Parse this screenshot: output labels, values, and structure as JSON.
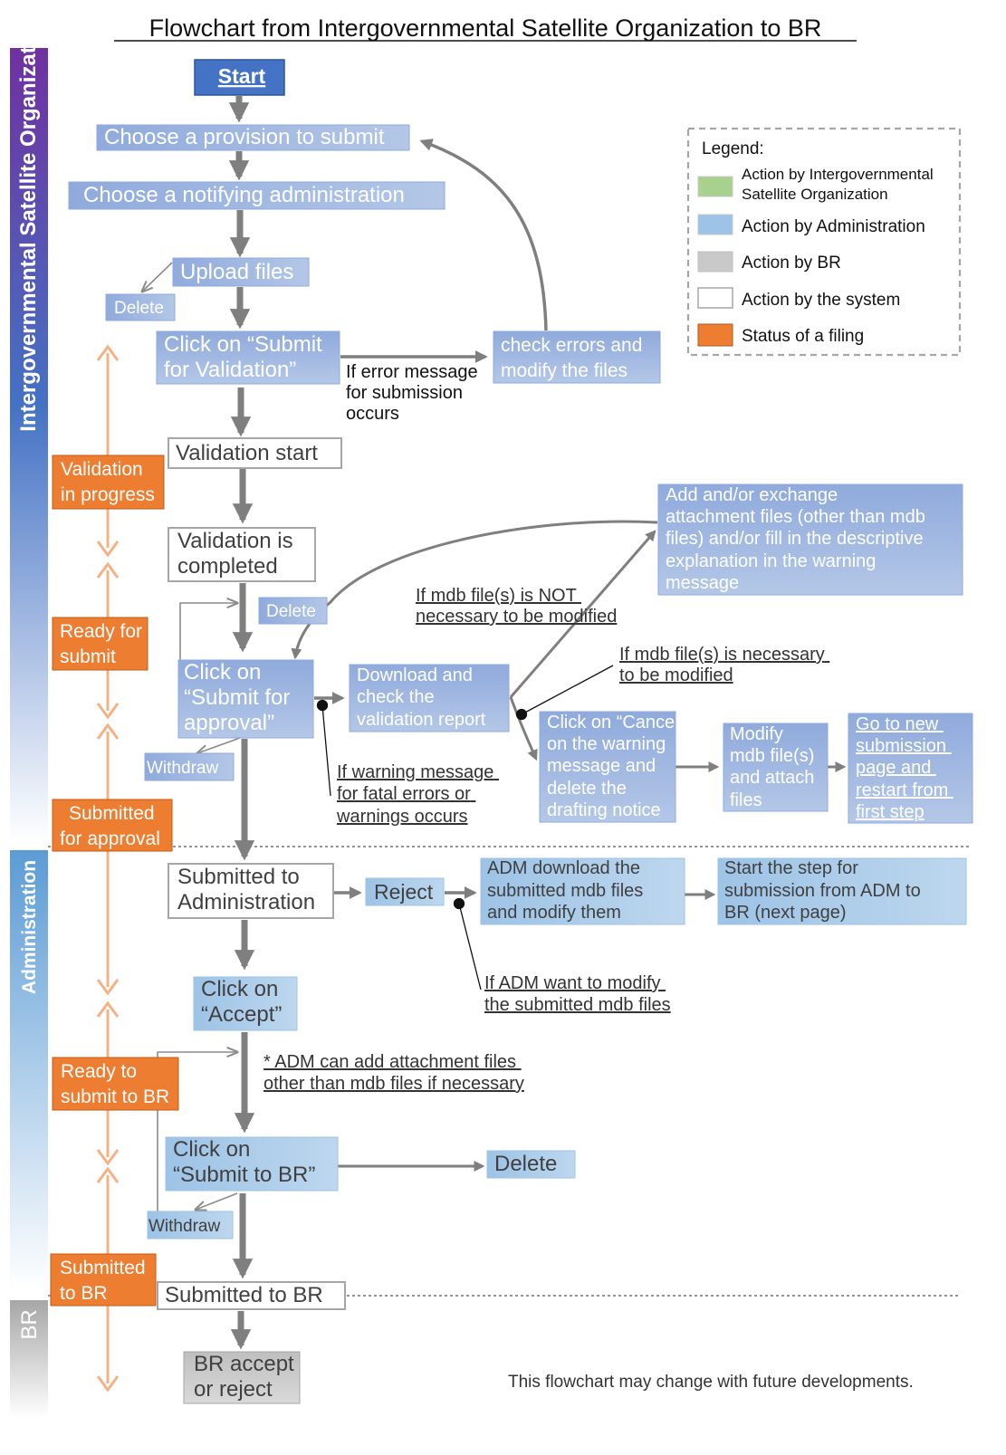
{
  "title": "Flowchart from Intergovernmental Satellite Organization to BR",
  "lanes": {
    "igo": "Intergovernmental Satellite Organization",
    "adm": "Administration",
    "br": "BR"
  },
  "legend": {
    "heading": "Legend:",
    "items": [
      {
        "label": "Action by Intergovernmental Satellite Organization",
        "lines": [
          "Action by Intergovernmental",
          "Satellite Organization"
        ],
        "color": "#a9d18e"
      },
      {
        "label": "Action by Administration",
        "lines": [
          "Action by Administration"
        ],
        "color": "#9dc3e6"
      },
      {
        "label": "Action by BR",
        "lines": [
          "Action by BR"
        ],
        "color": "#c9c9c9"
      },
      {
        "label": "Action by the system",
        "lines": [
          "Action by the system"
        ],
        "color": "#ffffff"
      },
      {
        "label": "Status of a filing",
        "lines": [
          "Status of a filing"
        ],
        "color": "#ed7d31"
      }
    ]
  },
  "colors": {
    "start": "#4472c4",
    "action_blue_top": "#8faadc",
    "action_blue_bottom": "#b4c7e7",
    "system_border": "#a6a6a6",
    "br_box": "#c8c8c8",
    "status": "#ed7d31",
    "arrow": "#7f7f7f",
    "status_arrow": "#f4b183"
  },
  "nodes": {
    "start": {
      "lines": [
        "Start"
      ]
    },
    "choose_provision": {
      "lines": [
        "Choose a provision to submit"
      ]
    },
    "choose_admin": {
      "lines": [
        "Choose a notifying administration"
      ]
    },
    "upload_files": {
      "lines": [
        "Upload files"
      ]
    },
    "delete_1": {
      "lines": [
        "Delete"
      ]
    },
    "submit_validation": {
      "lines": [
        "Click on “Submit",
        "for Validation”"
      ]
    },
    "check_errors": {
      "lines": [
        "check errors and",
        "modify the files"
      ]
    },
    "validation_start": {
      "lines": [
        "Validation start"
      ]
    },
    "validation_completed": {
      "lines": [
        "Validation is",
        "completed"
      ]
    },
    "delete_2": {
      "lines": [
        "Delete"
      ]
    },
    "add_exchange": {
      "lines": [
        "Add and/or exchange",
        "attachment files (other than mdb",
        "files) and/or fill in the descriptive",
        "explanation in the warning",
        "message"
      ]
    },
    "submit_approval": {
      "lines": [
        "Click on",
        "“Submit for",
        "approval”"
      ]
    },
    "download_check": {
      "lines": [
        "Download and",
        "check the",
        "validation report"
      ]
    },
    "click_cancel": {
      "lines": [
        "Click on “Cancel”",
        "on the warning",
        "message and",
        "delete the",
        "drafting notice"
      ]
    },
    "modify_mdb": {
      "lines": [
        "Modify",
        "mdb file(s)",
        "and attach",
        "files"
      ]
    },
    "go_new": {
      "lines": [
        "Go to new",
        "submission",
        "page and",
        "restart from",
        "first step"
      ]
    },
    "withdraw_1": {
      "lines": [
        "Withdraw"
      ]
    },
    "submitted_admin": {
      "lines": [
        "Submitted to",
        "Administration"
      ]
    },
    "reject": {
      "lines": [
        "Reject"
      ]
    },
    "adm_download": {
      "lines": [
        "ADM download the",
        "submitted mdb files",
        "and modify them"
      ]
    },
    "start_step": {
      "lines": [
        "Start the step for",
        "submission from ADM to",
        "BR (next page)"
      ]
    },
    "click_accept": {
      "lines": [
        "Click on",
        "“Accept”"
      ]
    },
    "submit_br": {
      "lines": [
        "Click on",
        "“Submit to BR”"
      ]
    },
    "delete_3": {
      "lines": [
        "Delete"
      ]
    },
    "withdraw_2": {
      "lines": [
        "Withdraw"
      ]
    },
    "submitted_br": {
      "lines": [
        "Submitted to BR"
      ]
    },
    "br_accept": {
      "lines": [
        "BR accept",
        "or reject"
      ]
    }
  },
  "annotations": {
    "error_msg": {
      "lines": [
        "If error message",
        "for submission",
        "occurs"
      ]
    },
    "mdb_not_necessary": {
      "lines": [
        "If mdb file(s) is NOT",
        "necessary to be modified"
      ]
    },
    "mdb_necessary": {
      "lines": [
        "If mdb file(s) is necessary",
        "to be modified"
      ]
    },
    "warning_msg": {
      "lines": [
        "If warning message",
        "for fatal errors or",
        "warnings occurs"
      ]
    },
    "adm_modify": {
      "lines": [
        "If ADM want to modify",
        "the submitted mdb files"
      ]
    },
    "adm_attach": {
      "lines": [
        "* ADM can add attachment files",
        "other than mdb files if necessary"
      ]
    }
  },
  "statuses": {
    "validation_in_progress": {
      "lines": [
        "Validation",
        "in progress"
      ]
    },
    "ready_submit": {
      "lines": [
        "Ready for",
        "submit"
      ]
    },
    "submitted_approval": {
      "lines": [
        "Submitted",
        "for approval"
      ]
    },
    "ready_br": {
      "lines": [
        "Ready to",
        "submit to BR"
      ]
    },
    "submitted_br": {
      "lines": [
        "Submitted",
        "to BR"
      ]
    }
  },
  "footer": "This flowchart may change with future developments."
}
